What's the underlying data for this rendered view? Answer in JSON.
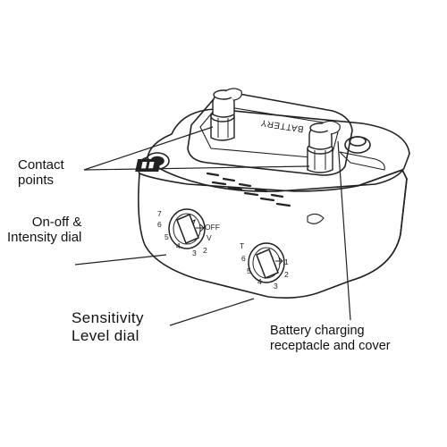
{
  "labels": {
    "contact_points_line1": "Contact",
    "contact_points_line2": "points",
    "onoff_line1": "On-off &",
    "onoff_line2": "Intensity dial",
    "sensitivity_line1": "Sensitivity",
    "sensitivity_line2": "Level dial",
    "battery_line1": "Battery charging",
    "battery_line2": "receptacle and cover"
  },
  "device": {
    "battery_text": "BATTERY",
    "left_dial": {
      "off_label": "OFF",
      "v_label": "V",
      "numbers": [
        "7",
        "6",
        "5",
        "4",
        "3",
        "2"
      ]
    },
    "right_dial": {
      "numbers": [
        "T",
        "6",
        "5",
        "4",
        "3",
        "2",
        "1"
      ]
    }
  },
  "colors": {
    "stroke": "#222222",
    "text": "#111111",
    "background": "#ffffff"
  }
}
